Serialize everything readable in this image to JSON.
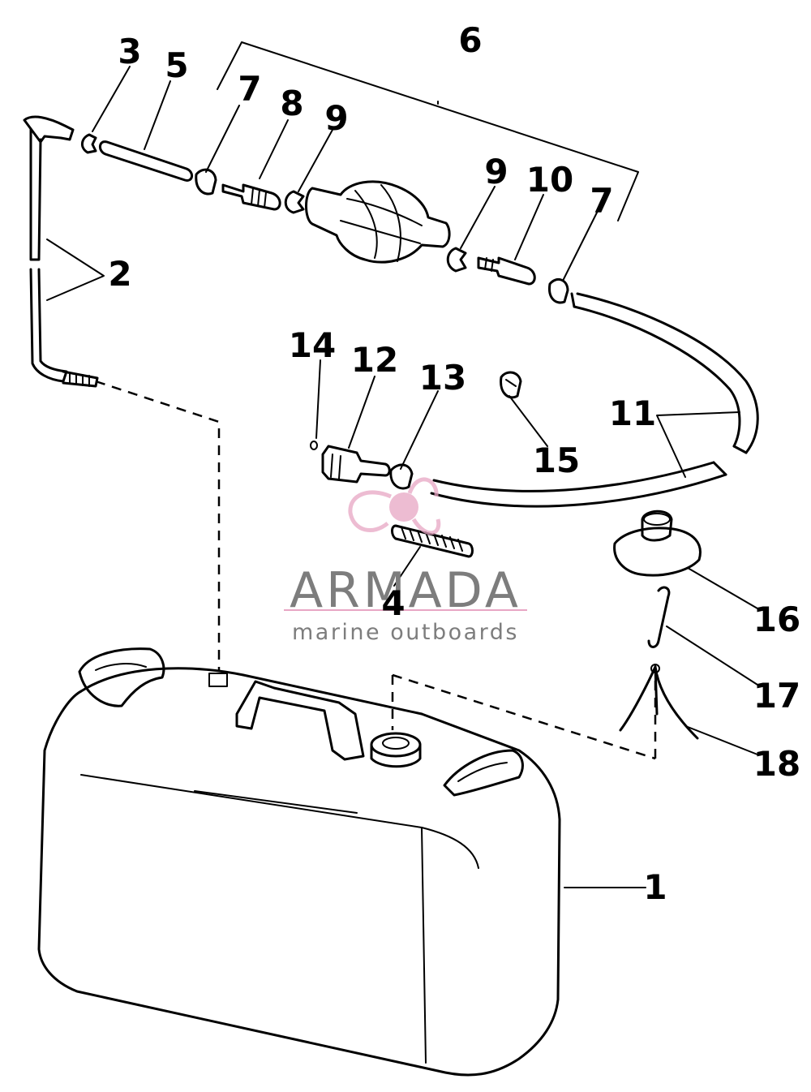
{
  "diagram": {
    "callouts": {
      "c1": "1",
      "c2": "2",
      "c3": "3",
      "c4": "4",
      "c5": "5",
      "c6": "6",
      "c7a": "7",
      "c7b": "7",
      "c8": "8",
      "c9a": "9",
      "c9b": "9",
      "c10": "10",
      "c11": "11",
      "c12": "12",
      "c13": "13",
      "c14": "14",
      "c15": "15",
      "c16": "16",
      "c17": "17",
      "c18": "18"
    }
  },
  "watermark": {
    "title": "ARMADA",
    "subtitle": "marine outboards",
    "logo_icon": "propeller-logo-icon",
    "colors": {
      "logo": "#e8a6c4",
      "text": "#7d7d7d"
    }
  }
}
